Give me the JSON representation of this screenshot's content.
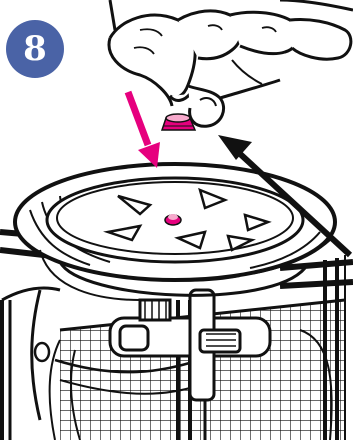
{
  "step": {
    "number": "8",
    "badge_color": "#4a63a6"
  },
  "colors": {
    "line": "#111111",
    "accent": "#e6007e",
    "accent_light": "#f7a9cc",
    "background": "#ffffff"
  },
  "icons": {
    "press_arrow": "arrow-down-right",
    "release_arrow": "arrow-up-left"
  }
}
